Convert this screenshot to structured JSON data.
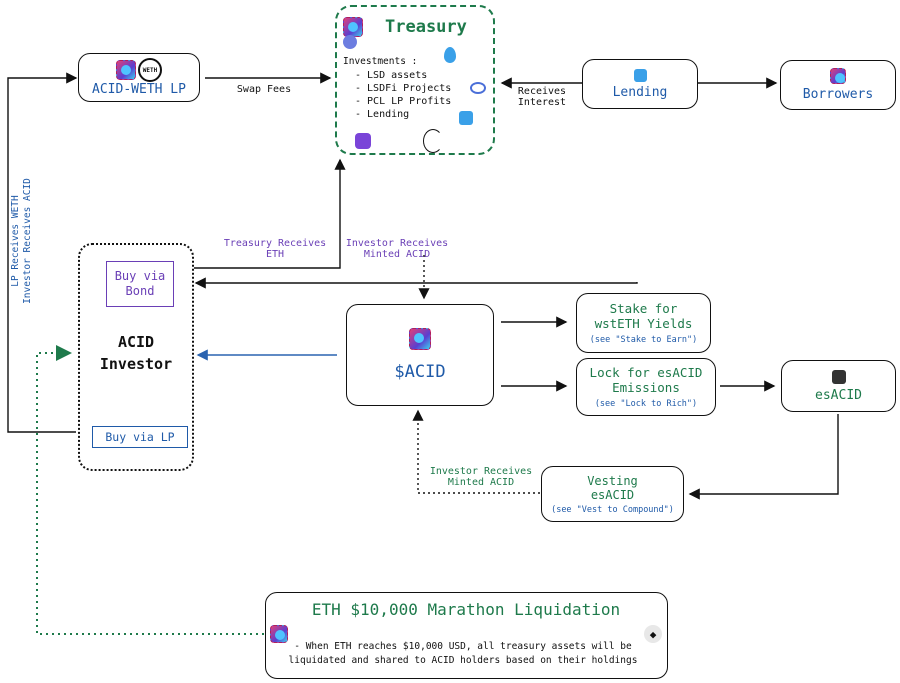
{
  "treasury": {
    "title": "Treasury",
    "investments_heading": "Investments :",
    "investments": [
      "- LSD assets",
      "- LSDFi Projects",
      "- PCL LP Profits",
      "- Lending"
    ]
  },
  "acid_weth_lp": {
    "label": "ACID-WETH LP",
    "weth_badge": "WETH"
  },
  "swap_fees": "Swap Fees",
  "receives_interest": [
    "Receives",
    "Interest"
  ],
  "lending": {
    "label": "Lending"
  },
  "borrowers": {
    "label": "Borrowers"
  },
  "lp_receives": [
    "LP Receives WETH",
    "Investor Receives ACID"
  ],
  "treasury_receives": [
    "Treasury Receives",
    "ETH"
  ],
  "investor_receives_top": [
    "Investor Receives",
    "Minted ACID"
  ],
  "investor": {
    "buy_bond": [
      "Buy via",
      "Bond"
    ],
    "title": [
      "ACID",
      "Investor"
    ],
    "buy_lp": "Buy via LP"
  },
  "acid": {
    "label": "$ACID"
  },
  "stake": {
    "lines": [
      "Stake for",
      "wstETH Yields"
    ],
    "note": "(see \"Stake to Earn\")"
  },
  "lock": {
    "lines": [
      "Lock for esACID",
      "Emissions"
    ],
    "note": "(see \"Lock to Rich\")"
  },
  "esacid": {
    "label": "esACID"
  },
  "vesting": {
    "lines": [
      "Vesting",
      "esACID"
    ],
    "note": "(see \"Vest to Compound\")"
  },
  "investor_receives_bottom": [
    "Investor Receives",
    "Minted ACID"
  ],
  "marathon": {
    "title": "ETH $10,000 Marathon Liquidation",
    "body": [
      "- When ETH reaches $10,000 USD, all treasury assets will be",
      "liquidated and shared to ACID holders based on their holdings"
    ]
  },
  "colors": {
    "blue": "#1f5aa8",
    "green": "#1e7a4b",
    "purple": "#6a3fb6",
    "blue_arrow": "#2a63b0"
  }
}
